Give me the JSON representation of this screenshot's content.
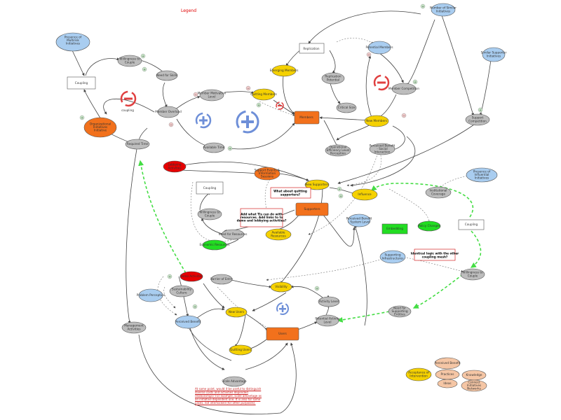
{
  "legend": "Legend",
  "nodes": {
    "presence_multirisk": "Presence of Multirisk Initiatives",
    "coupling_top": "Coupling",
    "willingness_top": "Willingness to Couple",
    "need_for_skills": "Need for Skills",
    "coupling_sub": "coupling",
    "org_initiatives": "Organizational Initiatives Initiative",
    "member_overload": "Member Overload",
    "member_motivation": "Member Motivation Level",
    "quitting_members": "Quitting Members",
    "available_time": "Available Time",
    "required_time": "Required Time",
    "replication": "Replication",
    "emerging_members": "Emerging Members",
    "replication_potential": "Replication Potential",
    "critical_size": "Critical Size",
    "members": "Members",
    "potential_members": "Potential Members",
    "member_competition": "Member Competition",
    "new_members": "New Members",
    "number_similar": "Number of Similar Initiatives",
    "similar_supporter": "Similar Supporter Initiatives",
    "support_competition": "Support Competition",
    "perceived_benefit_social": "Perceived Benefit - Social Interaction",
    "opt_efficiency": "Operational Efficiency Level Perception",
    "lobbying": "Lobbying Activities",
    "support_events": "Support Events & Information Sessions",
    "coupling_mid": "Coupling",
    "new_supporters": "New Supporters",
    "what_quitting": "What about quitting supporters?",
    "influence": "Influence",
    "supporters": "Supporters",
    "willingness_mid": "Willingness to Couple",
    "add_what": "Add what TIs can do with resources. Add links to to demo and lobbying activities?",
    "need_for_resources": "Need for Resources",
    "available_resources": "Available Resources",
    "economic_resources": "Economic Resources",
    "perceived_benefit_system": "Perceived Benefit - System Level",
    "embedding": "Embedding",
    "policy_changes": "Policy Changes",
    "presence_influential": "Presence of Influential Initiatives",
    "institutional_coverage": "Institutional Coverage",
    "coupling_right": "Coupling",
    "supporting_infra": "Supporting Infrastructures",
    "identical_logic": "Identical logic with the other coupling mesh?",
    "willingness_right": "Willingness to Couple",
    "demo_activities": "Demo Activities",
    "problem_perception": "Problem Perception",
    "sustainability_culture": "Sustainability Culture",
    "barrier_entry": "Barrier of Entry",
    "visibility": "Visibility",
    "perceived_benefit": "Perceived Benefit",
    "new_users": "New Users",
    "activity_level": "Activity Level",
    "need_supporting": "Need for Supporting Entities",
    "potential_activity": "Potential Activity Level",
    "management_activities": "Management Activities",
    "users": "Users",
    "quitting_users": "Quitting Users",
    "scale_advantage": "Scale Advantage",
    "annotation": "At some point, would it be useful to distinguish diverse costs and activities depended relationships? For example, scale advantage as an initiative dependent one. It is also for some cases, not interlocked (for other purposes).",
    "acceptance": "Acceptance of Intervention",
    "perceived_benefit_legend": "Perceived Benefit",
    "practices": "Practices",
    "ideas": "Ideas",
    "knowledge": "Knowledge",
    "connect_initiatives": "Connect Initiatives Networks"
  },
  "colors": {
    "blue": "#a9cdf0",
    "gray": "#bdbdbd",
    "orange": "#f2711c",
    "yellow": "#f5d100",
    "red": "#e60000",
    "green": "#22dd22",
    "peach": "#f5c6a5",
    "dashed_green": "#44dd44"
  },
  "icons": {
    "balancing": "balancing-loop-icon",
    "reinforcing": "reinforcing-loop-icon"
  },
  "polarity": {
    "plus": "+",
    "minus": "−"
  }
}
